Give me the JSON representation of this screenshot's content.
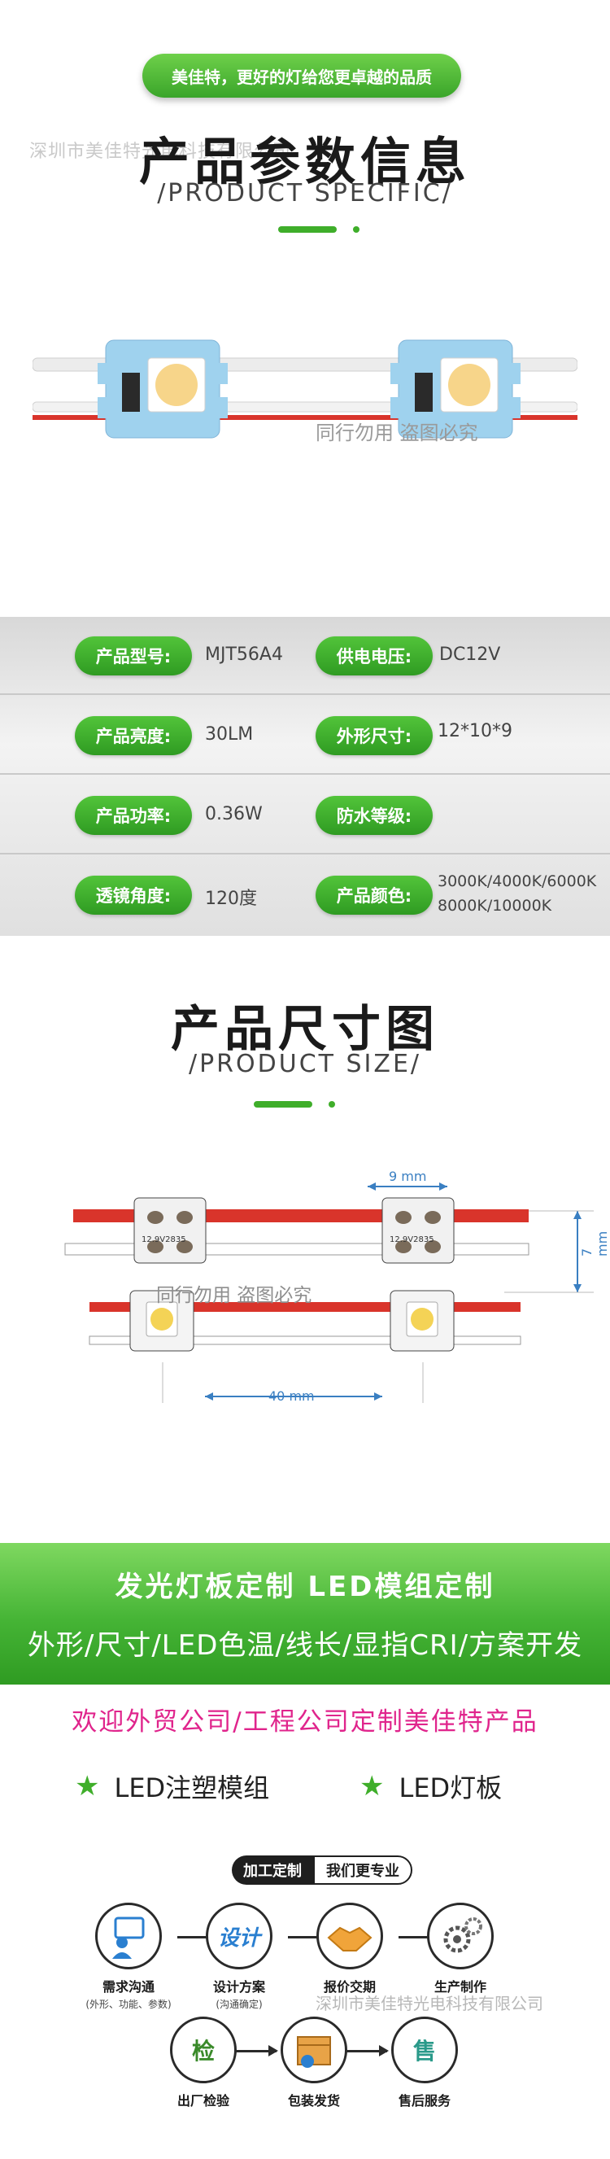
{
  "header": {
    "slogan": "美佳特，更好的灯给您更卓越的品质",
    "watermark": "深圳市美佳特光电科技有限公司"
  },
  "spec_section": {
    "title": "产品参数信息",
    "subtitle": "/PRODUCT SPECIFIC/",
    "photo_watermark": "同行勿用 盗图必究",
    "rows": [
      {
        "left_label": "产品型号:",
        "left_value": "MJT56A4",
        "right_label": "供电电压:",
        "right_value": "DC12V"
      },
      {
        "left_label": "产品亮度:",
        "left_value": "30LM",
        "right_label": "外形尺寸:",
        "right_value": "12*10*9"
      },
      {
        "left_label": "产品功率:",
        "left_value": "0.36W",
        "right_label": "防水等级:",
        "right_value": ""
      },
      {
        "left_label": "透镜角度:",
        "left_value": "120度",
        "right_label": "产品颜色:",
        "right_value": "3000K/4000K/6000K",
        "right_value_2": "8000K/10000K"
      }
    ]
  },
  "size_section": {
    "title": "产品尺寸图",
    "subtitle": "/PRODUCT SIZE/",
    "dim_width": "9 mm",
    "dim_height": "7 mm",
    "dim_pitch": "40 mm",
    "chip_label": "12.9V2835",
    "watermark": "同行勿用 盗图必究"
  },
  "custom_section": {
    "banner_line1": "发光灯板定制  LED模组定制",
    "banner_line2": "外形/尺寸/LED色温/线长/显指CRI/方案开发",
    "welcome": "欢迎外贸公司/工程公司定制美佳特产品",
    "bullets": [
      "LED注塑模组",
      "LED灯板"
    ]
  },
  "process": {
    "badge_left": "加工定制",
    "badge_right": "我们更专业",
    "steps": [
      {
        "label": "需求沟通",
        "note": "(外形、功能、参数)",
        "icon_text": ""
      },
      {
        "label": "设计方案",
        "note": "(沟通确定)",
        "icon_text": "设计"
      },
      {
        "label": "报价交期",
        "note": "",
        "icon_text": ""
      },
      {
        "label": "生产制作",
        "note": "",
        "icon_text": ""
      },
      {
        "label": "出厂检验",
        "note": "",
        "icon_text": "检"
      },
      {
        "label": "包装发货",
        "note": "",
        "icon_text": ""
      },
      {
        "label": "售后服务",
        "note": "",
        "icon_text": "售"
      }
    ],
    "watermark": "深圳市美佳特光电科技有限公司"
  },
  "colors": {
    "brand_green": "#3fae2a",
    "accent_magenta": "#e0248c",
    "wire_red": "#d9342b"
  }
}
